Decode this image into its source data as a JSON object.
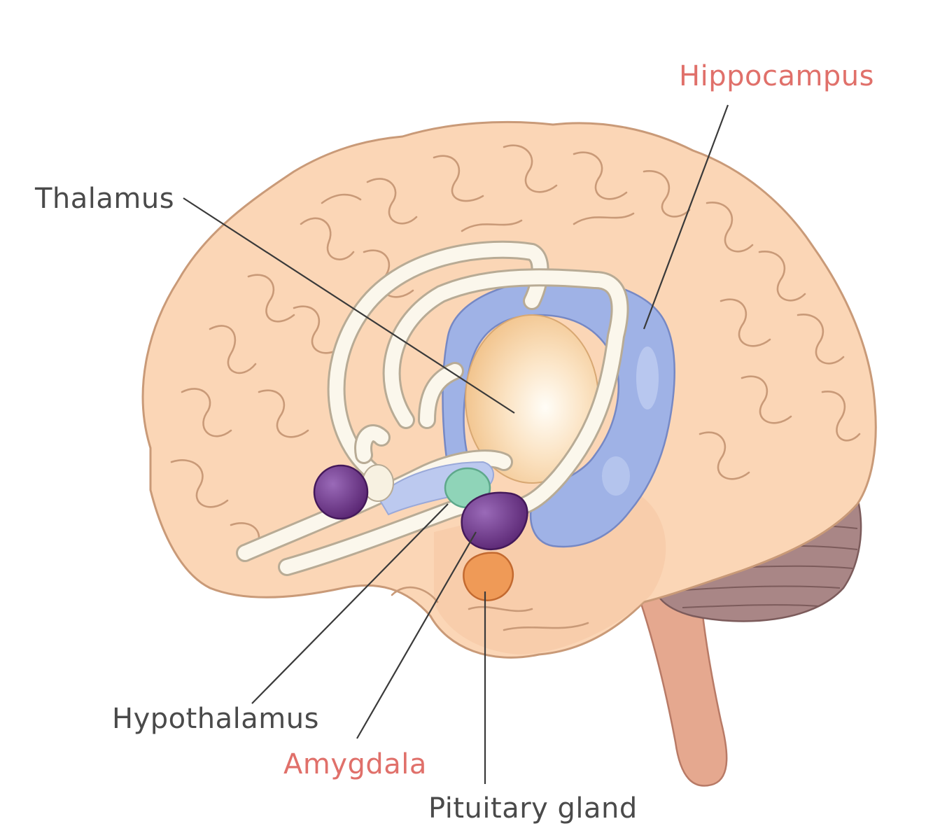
{
  "labels": {
    "hippocampus": "Hippocampus",
    "thalamus": "Thalamus",
    "hypothalamus": "Hypothalamus",
    "amygdala": "Amygdala",
    "pituitary": "Pituitary gland"
  },
  "colors": {
    "highlight_label": "#e0706a",
    "normal_label": "#4a4a4a",
    "cerebrum": "#fbd6b6",
    "cerebellum": "#a98686",
    "brainstem": "#e5a88f",
    "hippocampus": "#9fb2e6",
    "thalamus": "#f6cfa0",
    "amygdala": "#6a3486",
    "hypothalamus": "#8fd4b8",
    "pituitary": "#ef9a57"
  }
}
